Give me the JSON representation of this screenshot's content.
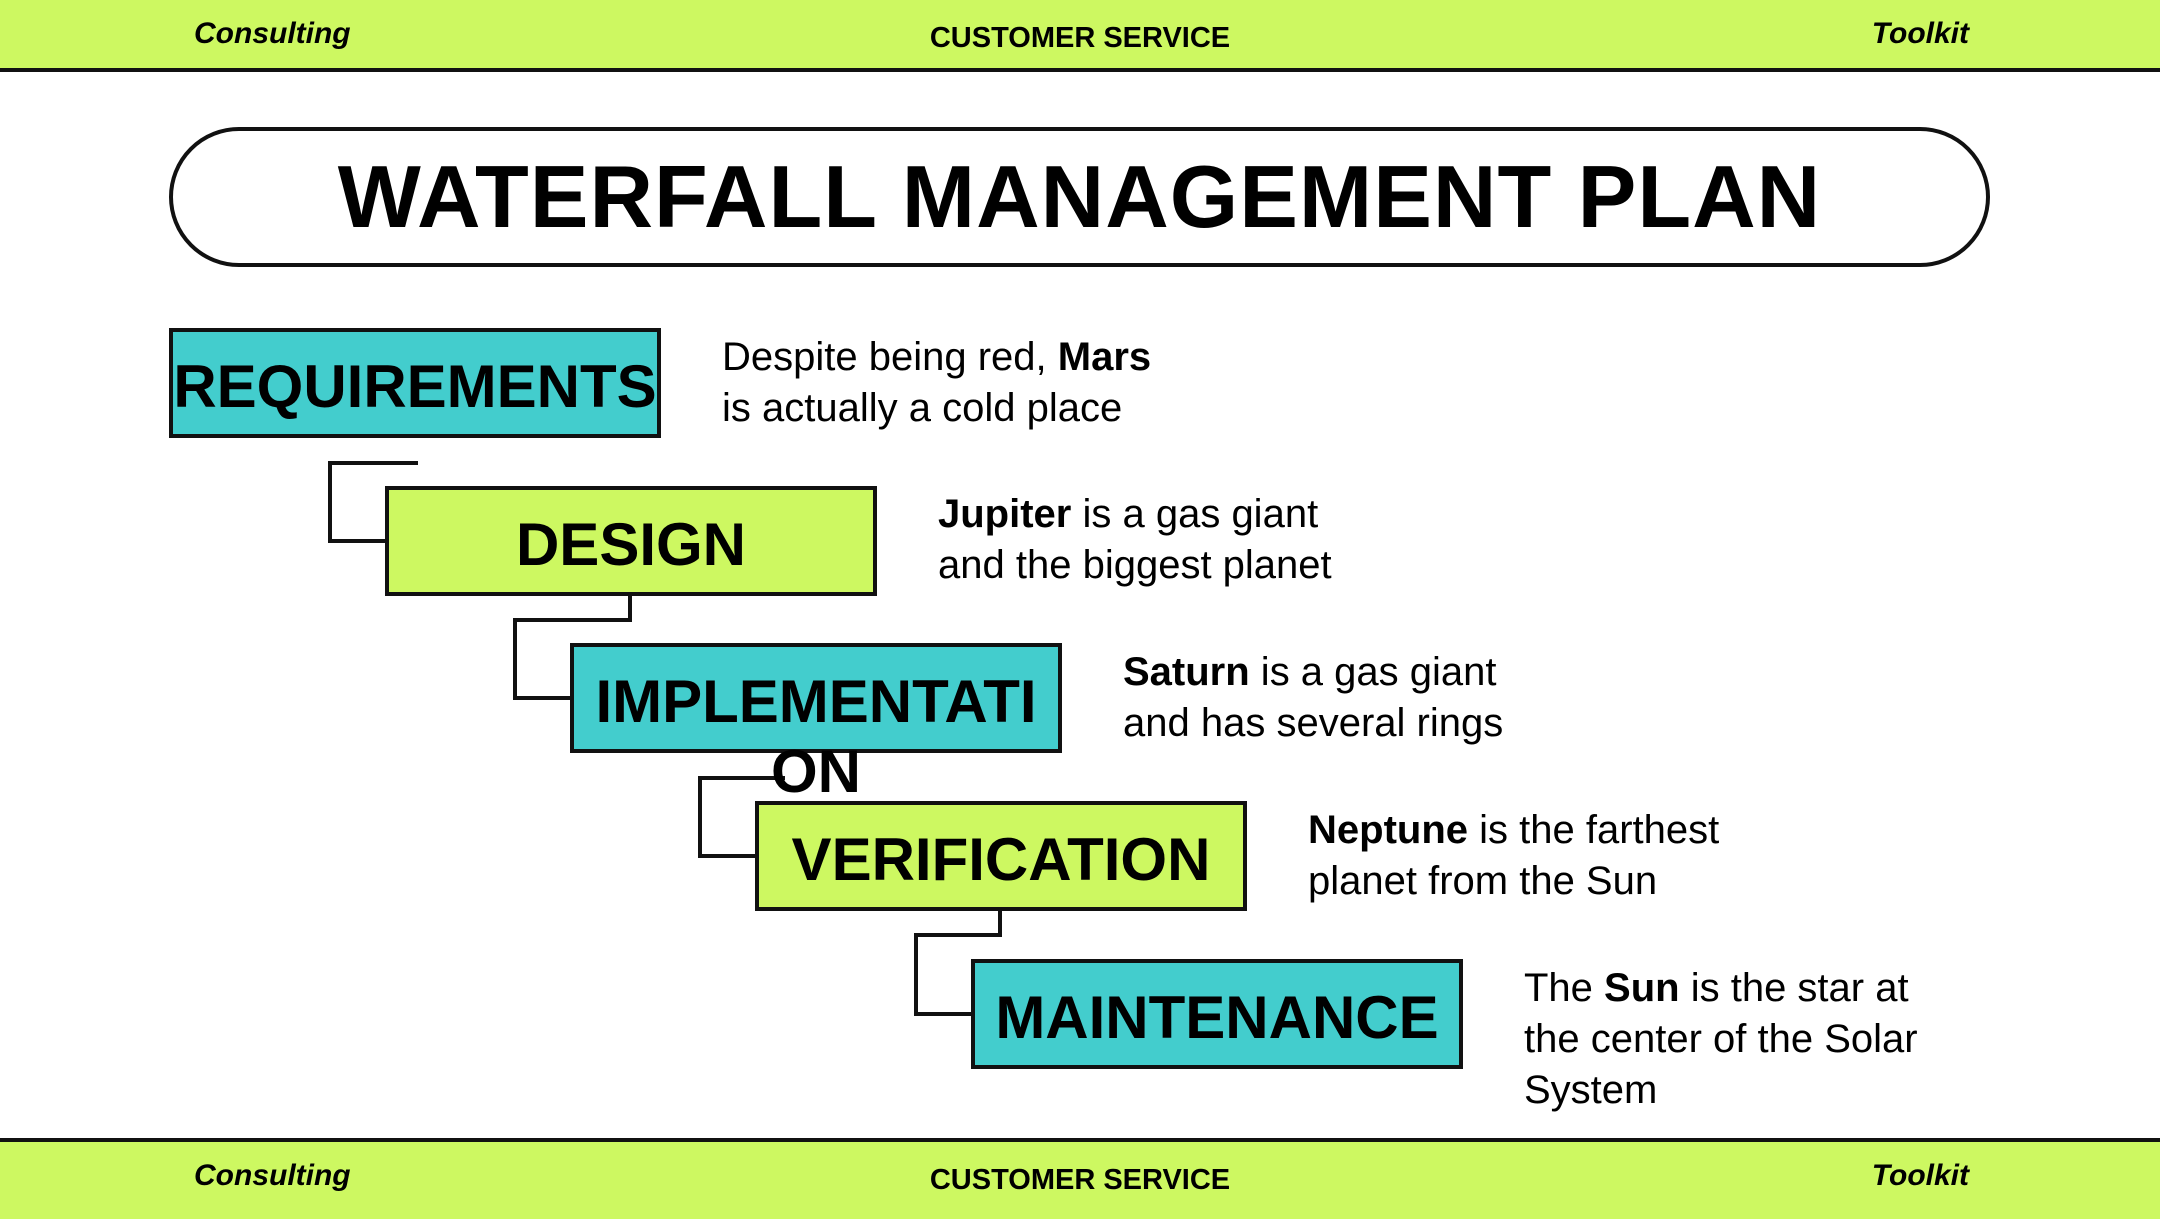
{
  "header": {
    "left": "Consulting",
    "center": "CUSTOMER SERVICE",
    "right": "Toolkit"
  },
  "footer": {
    "left": "Consulting",
    "center": "CUSTOMER SERVICE",
    "right": "Toolkit"
  },
  "title": "WATERFALL MANAGEMENT PLAN",
  "colors": {
    "lime": "#cdf861",
    "teal": "#43cdcd",
    "outline": "#111111"
  },
  "steps": [
    {
      "label": "REQUIREMENTS",
      "desc_pre": "Despite being red, ",
      "desc_bold": "Mars",
      "desc_post": " is actually a cold place"
    },
    {
      "label": "DESIGN",
      "desc_pre": "",
      "desc_bold": "Jupiter",
      "desc_post": " is a gas giant and the biggest planet"
    },
    {
      "label": "IMPLEMENTATION",
      "desc_pre": "",
      "desc_bold": "Saturn",
      "desc_post": " is a gas giant and has several rings"
    },
    {
      "label": "VERIFICATION",
      "desc_pre": "",
      "desc_bold": "Neptune",
      "desc_post": " is the farthest planet from the Sun"
    },
    {
      "label": "MAINTENANCE",
      "desc_pre": "The ",
      "desc_bold": "Sun",
      "desc_post": " is the star at the center of the Solar System"
    }
  ]
}
